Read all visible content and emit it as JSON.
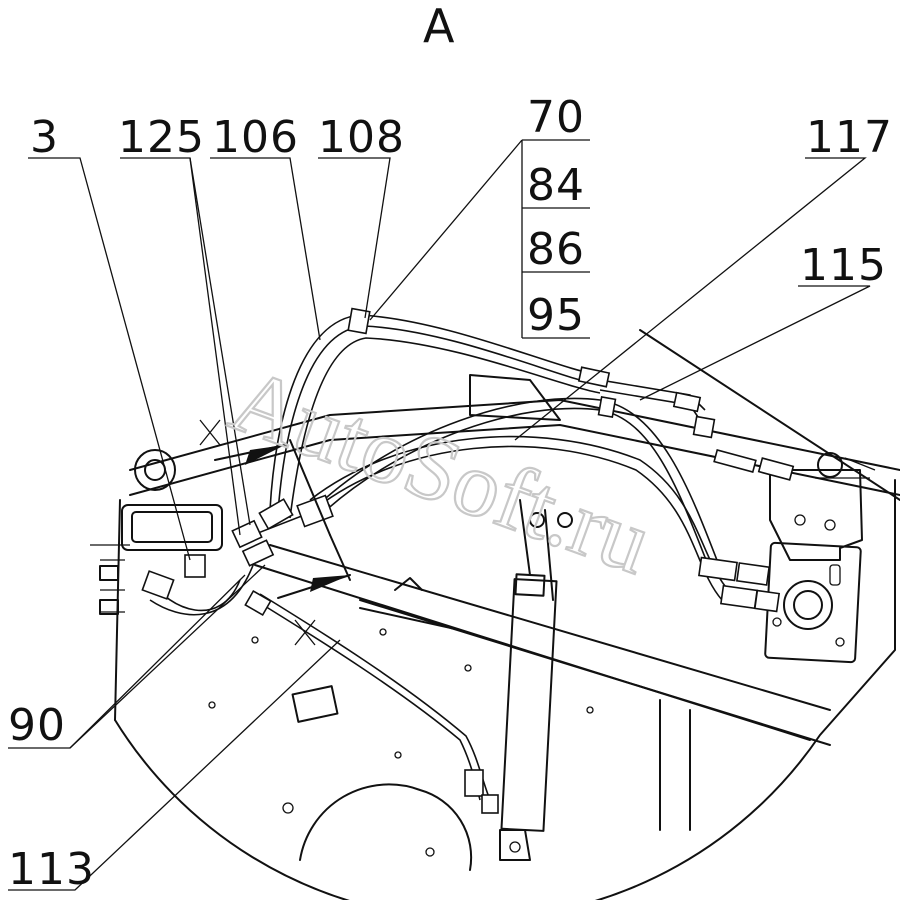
{
  "view_title": "A",
  "watermark": "AutoSoft.ru",
  "labels": {
    "l3": "3",
    "l125": "125",
    "l106": "106",
    "l108": "108",
    "l70": "70",
    "l84": "84",
    "l86": "86",
    "l95": "95",
    "l117": "117",
    "l115": "115",
    "l90": "90",
    "l113": "113"
  }
}
